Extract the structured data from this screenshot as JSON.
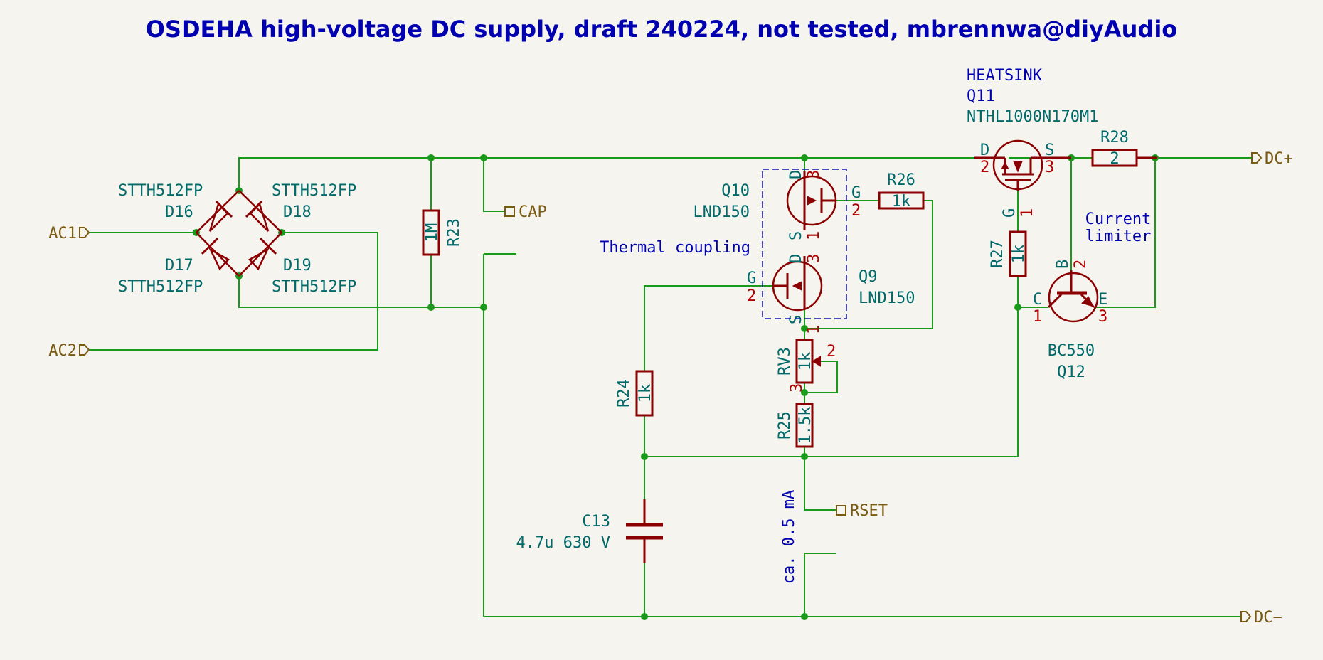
{
  "title": "OSDEHA high-voltage DC supply, draft 240224, not tested, mbrennwa@diyAudio",
  "ports": {
    "ac1": "AC1",
    "ac2": "AC2",
    "cap": "CAP",
    "rset": "RSET",
    "dc_plus": "DC+",
    "dc_minus": "DC−"
  },
  "components": {
    "d16": {
      "ref": "D16",
      "value": "STTH512FP"
    },
    "d17": {
      "ref": "D17",
      "value": "STTH512FP"
    },
    "d18": {
      "ref": "D18",
      "value": "STTH512FP"
    },
    "d19": {
      "ref": "D19",
      "value": "STTH512FP"
    },
    "r23": {
      "ref": "R23",
      "value": "1M"
    },
    "q10": {
      "ref": "Q10",
      "value": "LND150"
    },
    "q9": {
      "ref": "Q9",
      "value": "LND150"
    },
    "r26": {
      "ref": "R26",
      "value": "1k"
    },
    "rv3": {
      "ref": "RV3",
      "value": "1k"
    },
    "r25": {
      "ref": "R25",
      "value": "1.5k"
    },
    "r24": {
      "ref": "R24",
      "value": "1k"
    },
    "c13": {
      "ref": "C13",
      "value": "4.7u 630 V"
    },
    "q11": {
      "ref": "Q11",
      "value": "NTHL1000N170M1",
      "note": "HEATSINK"
    },
    "r27": {
      "ref": "R27",
      "value": "1k"
    },
    "r28": {
      "ref": "R28",
      "value": "2"
    },
    "q12": {
      "ref": "Q12",
      "value": "BC550"
    }
  },
  "pins": {
    "d": "D",
    "s": "S",
    "g": "G",
    "b": "B",
    "c": "C",
    "e": "E",
    "p1": "1",
    "p2": "2",
    "p3": "3"
  },
  "notes": {
    "thermal": "Thermal coupling",
    "current_limiter_1": "Current",
    "current_limiter_2": "limiter",
    "current": "ca. 0.5 mA"
  }
}
